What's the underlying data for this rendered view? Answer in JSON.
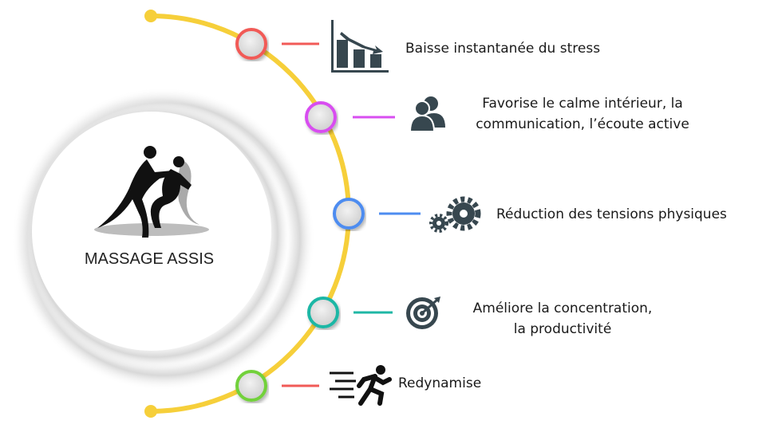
{
  "brand": {
    "title": "MASSAGE ASSIS",
    "logo": "seated-massage-logo"
  },
  "timeline_color": "#f6cf3a",
  "items": [
    {
      "label_lines": [
        "Baisse instantanée du stress"
      ],
      "icon": "bar-chart-down-icon",
      "color": "#f15a57"
    },
    {
      "label_lines": [
        "Favorise le calme intérieur, la",
        "communication, l’écoute active"
      ],
      "icon": "users-icon",
      "color": "#d84ef0"
    },
    {
      "label_lines": [
        "Réduction des tensions physiques"
      ],
      "icon": "gears-icon",
      "color": "#4e8cf0"
    },
    {
      "label_lines": [
        "Améliore la concentration,",
        "la productivité"
      ],
      "icon": "target-icon",
      "color": "#1fb7a5"
    },
    {
      "label_lines": [
        "Redynamise"
      ],
      "icon": "running-man-icon",
      "color": "#f15a57",
      "node_color": "#72d13a"
    }
  ]
}
